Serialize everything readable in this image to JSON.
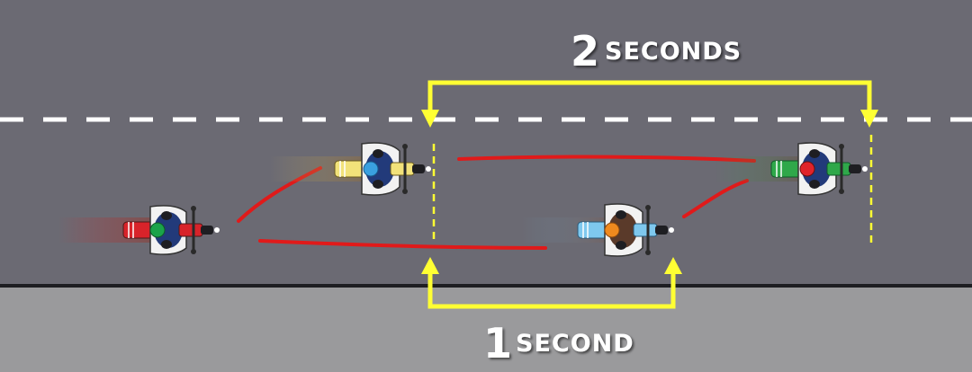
{
  "labels": {
    "top_number": "2",
    "top_unit": "SECONDS",
    "bottom_number": "1",
    "bottom_unit": "SECOND"
  },
  "colors": {
    "road": "#6b6a73",
    "sidewalk": "#9a9a9c",
    "curb": "#1e1e22",
    "lane_marking": "#ffffff",
    "bracket": "#ffff33",
    "path": "#e01a1a"
  },
  "motorcycles": [
    {
      "name": "red-rider-motorcycle",
      "color": "#d8232a",
      "helmet": "#1aa34a"
    },
    {
      "name": "yellow-rider-motorcycle",
      "color": "#f2e27a",
      "helmet": "#3aa0e0"
    },
    {
      "name": "blue-rider-motorcycle",
      "color": "#7ec8ee",
      "helmet": "#f08a1e"
    },
    {
      "name": "green-rider-motorcycle",
      "color": "#2fa84a",
      "helmet": "#e0232a"
    }
  ]
}
